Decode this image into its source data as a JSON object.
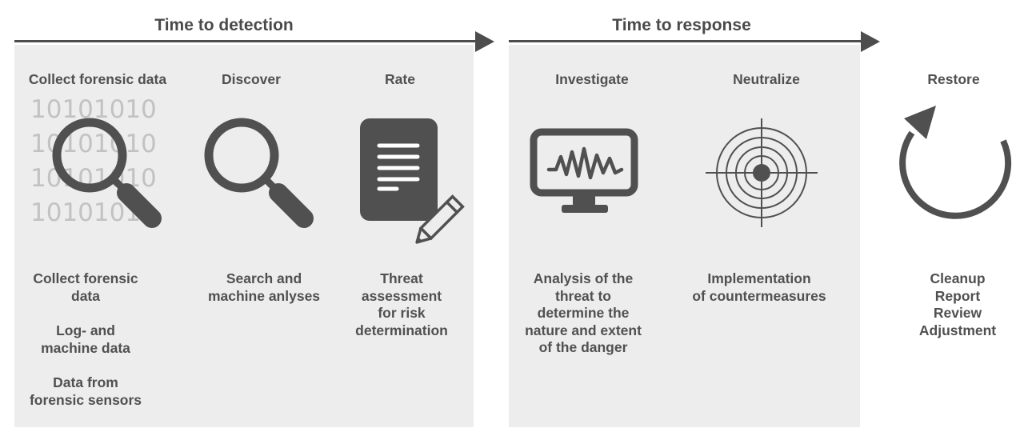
{
  "phases": {
    "detection": "Time to detection",
    "response": "Time to response"
  },
  "binary_rows": [
    "10101010",
    "10101010",
    "10101010",
    "1010101"
  ],
  "columns": {
    "collect": {
      "title": "Collect forensic data",
      "groups": [
        [
          "Collect forensic",
          "data"
        ],
        [
          "Log- and",
          "machine data"
        ],
        [
          "Data from",
          "forensic sensors"
        ]
      ]
    },
    "discover": {
      "title": "Discover",
      "lines": [
        "Search and",
        "machine anlyses"
      ]
    },
    "rate": {
      "title": "Rate",
      "lines": [
        "Threat",
        "assessment",
        "for risk",
        "determination"
      ]
    },
    "investigate": {
      "title": "Investigate",
      "lines": [
        "Analysis of the",
        "threat to",
        "determine the",
        "nature and extent",
        "of the danger"
      ]
    },
    "neutralize": {
      "title": "Neutralize",
      "lines": [
        "Implementation",
        "of countermeasures"
      ]
    },
    "restore": {
      "title": "Restore",
      "lines": [
        "Cleanup",
        "Report",
        "Review",
        "Adjustment"
      ]
    }
  },
  "colors": {
    "panel": "#ededed",
    "icon": "#505050",
    "binary": "#c2c2c2",
    "arrow": "#4d4d4d"
  }
}
